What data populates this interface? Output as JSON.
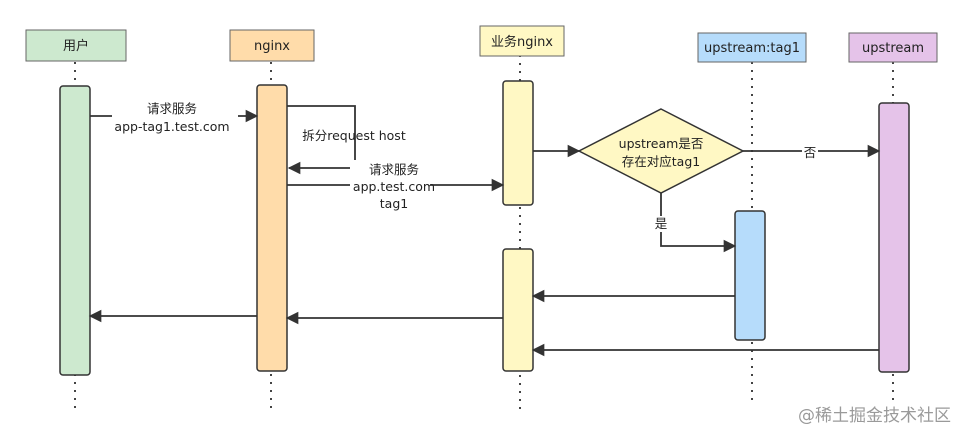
{
  "participants": {
    "user": "用户",
    "nginx": "nginx",
    "biz_nginx": "业务nginx",
    "upstream_tag1": "upstream:tag1",
    "upstream": "upstream"
  },
  "messages": {
    "request_1_line1": "请求服务",
    "request_1_line2": "app-tag1.test.com",
    "split_host": "拆分request host",
    "request_2_line1": "请求服务",
    "request_2_line2": "app.test.com",
    "request_2_line3": "tag1"
  },
  "decision": {
    "line1": "upstream是否",
    "line2": "存在对应tag1",
    "no_label": "否",
    "yes_label": "是"
  },
  "watermark": "@稀土掘金技术社区",
  "colors": {
    "user": "#cde9cf",
    "nginx": "#ffdcaa",
    "biz_nginx": "#fff8c4",
    "upstream_tag1": "#b6dcfb",
    "upstream": "#e5c3e9",
    "decision": "#fff8c4"
  }
}
